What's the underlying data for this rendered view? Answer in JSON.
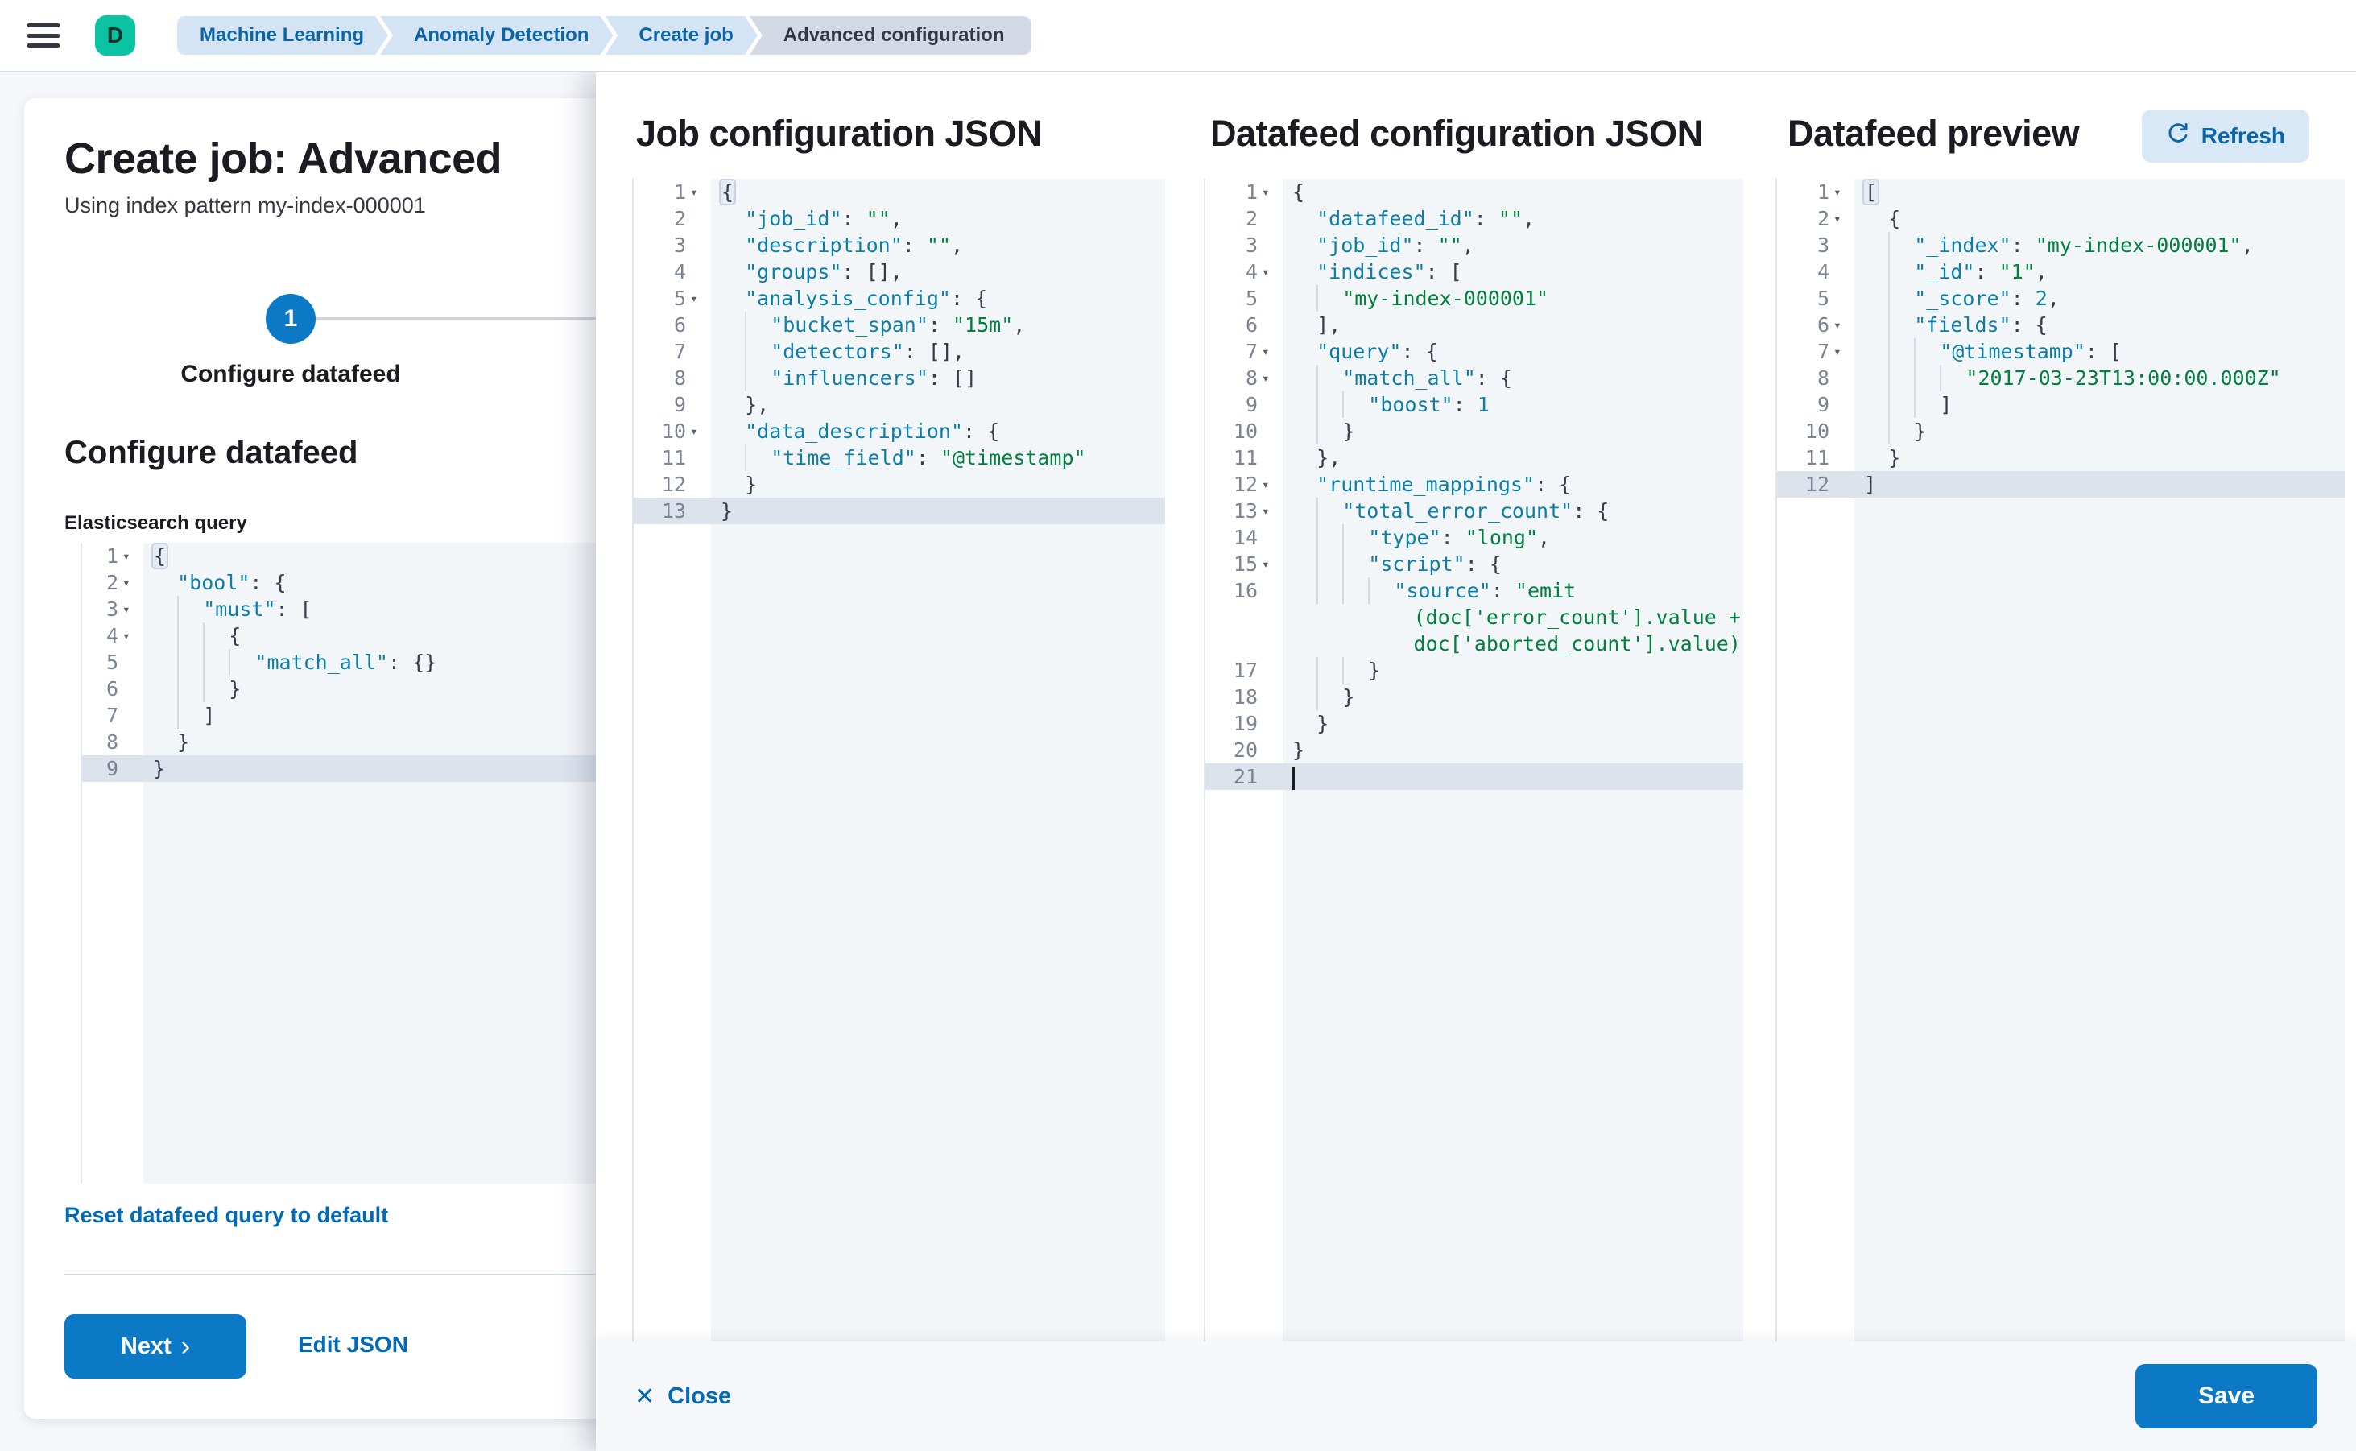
{
  "topbar": {
    "avatar_initial": "D",
    "breadcrumbs": [
      {
        "label": "Machine Learning"
      },
      {
        "label": "Anomaly Detection"
      },
      {
        "label": "Create job"
      },
      {
        "label": "Advanced configuration"
      }
    ]
  },
  "wizard": {
    "title": "Create job: Advanced",
    "subtitle": "Using index pattern my-index-000001",
    "step_number": "1",
    "step_label": "Configure datafeed",
    "section_heading": "Configure datafeed",
    "query_label": "Elasticsearch query",
    "reset_link": "Reset datafeed query to default",
    "next_label": "Next",
    "edit_json_label": "Edit JSON"
  },
  "flyout": {
    "col1_title": "Job configuration JSON",
    "col2_title": "Datafeed configuration JSON",
    "col3_title": "Datafeed preview",
    "refresh_label": "Refresh",
    "close_label": "Close",
    "save_label": "Save"
  },
  "colors": {
    "primary_button": "#0C79C7",
    "link_text": "#006BB4",
    "avatar": "#0BC3A2",
    "breadcrumb_blue_bg": "#D4E4F4",
    "breadcrumb_gray_bg": "#D3DAE6",
    "code_key": "#0D7EA8",
    "code_string": "#028040",
    "active_line_bg": "#DDE3ED",
    "editor_bg": "#F3F6F9"
  },
  "editors": {
    "es": {
      "lines": [
        {
          "n": 1,
          "f": true,
          "t": [
            [
              "b",
              "{"
            ]
          ]
        },
        {
          "n": 2,
          "f": true,
          "i": 2,
          "t": [
            [
              "k",
              "\"bool\""
            ],
            [
              "p",
              ": {"
            ]
          ]
        },
        {
          "n": 3,
          "f": true,
          "i": 4,
          "t": [
            [
              "k",
              "\"must\""
            ],
            [
              "p",
              ": ["
            ]
          ]
        },
        {
          "n": 4,
          "f": true,
          "i": 6,
          "t": [
            [
              "p",
              "{"
            ]
          ]
        },
        {
          "n": 5,
          "i": 8,
          "t": [
            [
              "k",
              "\"match_all\""
            ],
            [
              "p",
              ": {}"
            ]
          ]
        },
        {
          "n": 6,
          "i": 6,
          "t": [
            [
              "p",
              "}"
            ]
          ]
        },
        {
          "n": 7,
          "i": 4,
          "t": [
            [
              "p",
              "]"
            ]
          ]
        },
        {
          "n": 8,
          "i": 2,
          "t": [
            [
              "p",
              "}"
            ]
          ]
        },
        {
          "n": 9,
          "h": true,
          "t": [
            [
              "p",
              "}"
            ]
          ]
        }
      ]
    },
    "job": {
      "lines": [
        {
          "n": 1,
          "f": true,
          "t": [
            [
              "b",
              "{"
            ]
          ]
        },
        {
          "n": 2,
          "i": 2,
          "t": [
            [
              "k",
              "\"job_id\""
            ],
            [
              "p",
              ": "
            ],
            [
              "s",
              "\"\""
            ],
            [
              "p",
              ","
            ]
          ]
        },
        {
          "n": 3,
          "i": 2,
          "t": [
            [
              "k",
              "\"description\""
            ],
            [
              "p",
              ": "
            ],
            [
              "s",
              "\"\""
            ],
            [
              "p",
              ","
            ]
          ]
        },
        {
          "n": 4,
          "i": 2,
          "t": [
            [
              "k",
              "\"groups\""
            ],
            [
              "p",
              ": [],"
            ]
          ]
        },
        {
          "n": 5,
          "f": true,
          "i": 2,
          "t": [
            [
              "k",
              "\"analysis_config\""
            ],
            [
              "p",
              ": {"
            ]
          ]
        },
        {
          "n": 6,
          "i": 4,
          "t": [
            [
              "k",
              "\"bucket_span\""
            ],
            [
              "p",
              ": "
            ],
            [
              "s",
              "\"15m\""
            ],
            [
              "p",
              ","
            ]
          ]
        },
        {
          "n": 7,
          "i": 4,
          "t": [
            [
              "k",
              "\"detectors\""
            ],
            [
              "p",
              ": [],"
            ]
          ]
        },
        {
          "n": 8,
          "i": 4,
          "t": [
            [
              "k",
              "\"influencers\""
            ],
            [
              "p",
              ": []"
            ]
          ]
        },
        {
          "n": 9,
          "i": 2,
          "t": [
            [
              "p",
              "},"
            ]
          ]
        },
        {
          "n": 10,
          "f": true,
          "i": 2,
          "t": [
            [
              "k",
              "\"data_description\""
            ],
            [
              "p",
              ": {"
            ]
          ]
        },
        {
          "n": 11,
          "i": 4,
          "t": [
            [
              "k",
              "\"time_field\""
            ],
            [
              "p",
              ": "
            ],
            [
              "s",
              "\"@timestamp\""
            ]
          ]
        },
        {
          "n": 12,
          "i": 2,
          "t": [
            [
              "p",
              "}"
            ]
          ]
        },
        {
          "n": 13,
          "h": true,
          "t": [
            [
              "p",
              "}"
            ]
          ]
        }
      ]
    },
    "df": {
      "lines": [
        {
          "n": 1,
          "f": true,
          "t": [
            [
              "p",
              "{"
            ]
          ]
        },
        {
          "n": 2,
          "i": 2,
          "t": [
            [
              "k",
              "\"datafeed_id\""
            ],
            [
              "p",
              ": "
            ],
            [
              "s",
              "\"\""
            ],
            [
              "p",
              ","
            ]
          ]
        },
        {
          "n": 3,
          "i": 2,
          "t": [
            [
              "k",
              "\"job_id\""
            ],
            [
              "p",
              ": "
            ],
            [
              "s",
              "\"\""
            ],
            [
              "p",
              ","
            ]
          ]
        },
        {
          "n": 4,
          "f": true,
          "i": 2,
          "t": [
            [
              "k",
              "\"indices\""
            ],
            [
              "p",
              ": ["
            ]
          ]
        },
        {
          "n": 5,
          "i": 4,
          "t": [
            [
              "s",
              "\"my-index-000001\""
            ]
          ]
        },
        {
          "n": 6,
          "i": 2,
          "t": [
            [
              "p",
              "],"
            ]
          ]
        },
        {
          "n": 7,
          "f": true,
          "i": 2,
          "t": [
            [
              "k",
              "\"query\""
            ],
            [
              "p",
              ": {"
            ]
          ]
        },
        {
          "n": 8,
          "f": true,
          "i": 4,
          "t": [
            [
              "k",
              "\"match_all\""
            ],
            [
              "p",
              ": {"
            ]
          ]
        },
        {
          "n": 9,
          "i": 6,
          "t": [
            [
              "k",
              "\"boost\""
            ],
            [
              "p",
              ": "
            ],
            [
              "n2",
              "1"
            ]
          ]
        },
        {
          "n": 10,
          "i": 4,
          "t": [
            [
              "p",
              "}"
            ]
          ]
        },
        {
          "n": 11,
          "i": 2,
          "t": [
            [
              "p",
              "},"
            ]
          ]
        },
        {
          "n": 12,
          "f": true,
          "i": 2,
          "t": [
            [
              "k",
              "\"runtime_mappings\""
            ],
            [
              "p",
              ": {"
            ]
          ]
        },
        {
          "n": 13,
          "f": true,
          "i": 4,
          "t": [
            [
              "k",
              "\"total_error_count\""
            ],
            [
              "p",
              ": {"
            ]
          ]
        },
        {
          "n": 14,
          "i": 6,
          "t": [
            [
              "k",
              "\"type\""
            ],
            [
              "p",
              ": "
            ],
            [
              "s",
              "\"long\""
            ],
            [
              "p",
              ","
            ]
          ]
        },
        {
          "n": 15,
          "f": true,
          "i": 6,
          "t": [
            [
              "k",
              "\"script\""
            ],
            [
              "p",
              ": {"
            ]
          ]
        },
        {
          "n": 16,
          "i": 8,
          "t": [
            [
              "k",
              "\"source\""
            ],
            [
              "p",
              ": "
            ],
            [
              "s",
              "\"emit"
            ]
          ]
        },
        {
          "w": true,
          "i": 10,
          "t": [
            [
              "s",
              "(doc['error_count'].value +"
            ]
          ]
        },
        {
          "w": true,
          "i": 10,
          "t": [
            [
              "s",
              "doc['aborted_count'].value)\""
            ]
          ]
        },
        {
          "n": 17,
          "i": 6,
          "t": [
            [
              "p",
              "}"
            ]
          ]
        },
        {
          "n": 18,
          "i": 4,
          "t": [
            [
              "p",
              "}"
            ]
          ]
        },
        {
          "n": 19,
          "i": 2,
          "t": [
            [
              "p",
              "}"
            ]
          ]
        },
        {
          "n": 20,
          "t": [
            [
              "p",
              "}"
            ]
          ]
        },
        {
          "n": 21,
          "h": true,
          "c": true,
          "t": []
        }
      ]
    },
    "pv": {
      "lines": [
        {
          "n": 1,
          "f": true,
          "t": [
            [
              "b",
              "["
            ]
          ]
        },
        {
          "n": 2,
          "f": true,
          "i": 2,
          "t": [
            [
              "p",
              "{"
            ]
          ]
        },
        {
          "n": 3,
          "i": 4,
          "t": [
            [
              "k",
              "\"_index\""
            ],
            [
              "p",
              ": "
            ],
            [
              "s",
              "\"my-index-000001\""
            ],
            [
              "p",
              ","
            ]
          ]
        },
        {
          "n": 4,
          "i": 4,
          "t": [
            [
              "k",
              "\"_id\""
            ],
            [
              "p",
              ": "
            ],
            [
              "s",
              "\"1\""
            ],
            [
              "p",
              ","
            ]
          ]
        },
        {
          "n": 5,
          "i": 4,
          "t": [
            [
              "k",
              "\"_score\""
            ],
            [
              "p",
              ": "
            ],
            [
              "n2",
              "2"
            ],
            [
              "p",
              ","
            ]
          ]
        },
        {
          "n": 6,
          "f": true,
          "i": 4,
          "t": [
            [
              "k",
              "\"fields\""
            ],
            [
              "p",
              ": {"
            ]
          ]
        },
        {
          "n": 7,
          "f": true,
          "i": 6,
          "t": [
            [
              "k",
              "\"@timestamp\""
            ],
            [
              "p",
              ": ["
            ]
          ]
        },
        {
          "n": 8,
          "i": 8,
          "t": [
            [
              "s",
              "\"2017-03-23T13:00:00.000Z\""
            ]
          ]
        },
        {
          "n": 9,
          "i": 6,
          "t": [
            [
              "p",
              "]"
            ]
          ]
        },
        {
          "n": 10,
          "i": 4,
          "t": [
            [
              "p",
              "}"
            ]
          ]
        },
        {
          "n": 11,
          "i": 2,
          "t": [
            [
              "p",
              "}"
            ]
          ]
        },
        {
          "n": 12,
          "h": true,
          "t": [
            [
              "p",
              "]"
            ]
          ]
        }
      ]
    }
  }
}
